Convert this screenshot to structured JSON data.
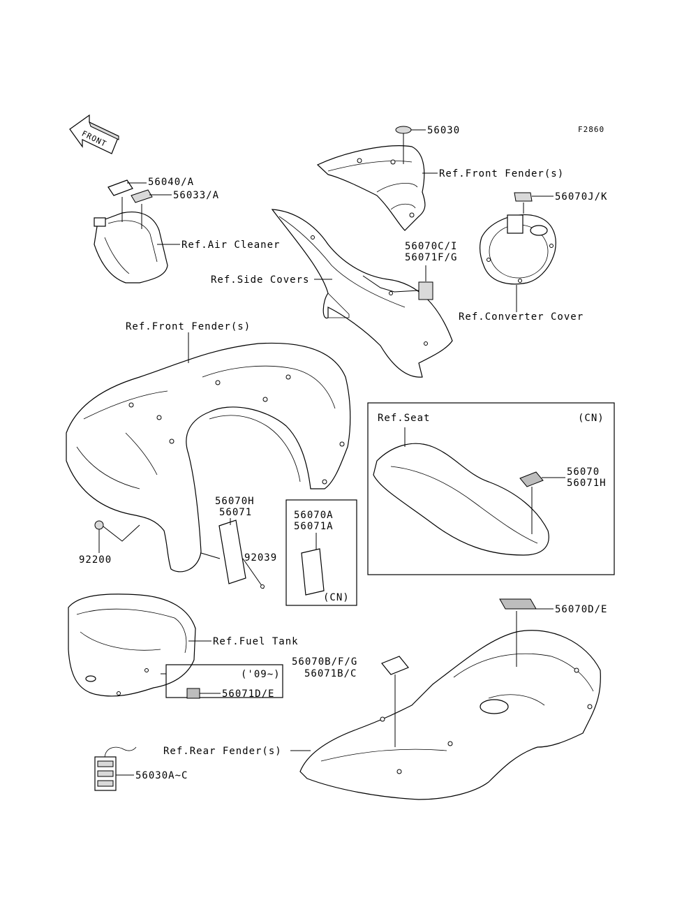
{
  "figure_code": "F2860",
  "front_arrow": "FRONT",
  "labels": {
    "p56030": "56030",
    "ref_front_fender_top": "Ref.Front Fender(s)",
    "p56070jk": "56070J/K",
    "p56040a": "56040/A",
    "p56033a": "56033/A",
    "ref_air_cleaner": "Ref.Air Cleaner",
    "p56070ci": "56070C/I",
    "p56071fg": "56071F/G",
    "ref_side_covers": "Ref.Side Covers",
    "ref_converter_cover": "Ref.Converter Cover",
    "ref_front_fender_main": "Ref.Front Fender(s)",
    "ref_seat": "Ref.Seat",
    "cn_seat": "(CN)",
    "p56070_seat": "56070",
    "p56071h": "56071H",
    "p56070h": "56070H",
    "p56071": "56071",
    "p56070a": "56070A",
    "p56071a": "56071A",
    "cn_box": "(CN)",
    "p92200": "92200",
    "p92039": "92039",
    "ref_fuel_tank": "Ref.Fuel Tank",
    "year09": "('09~)",
    "p56071de": "56071D/E",
    "p56070de": "56070D/E",
    "p56070bfg": "56070B/F/G",
    "p56071bc": "56071B/C",
    "ref_rear_fender": "Ref.Rear Fender(s)",
    "p56030ac": "56030A~C"
  }
}
